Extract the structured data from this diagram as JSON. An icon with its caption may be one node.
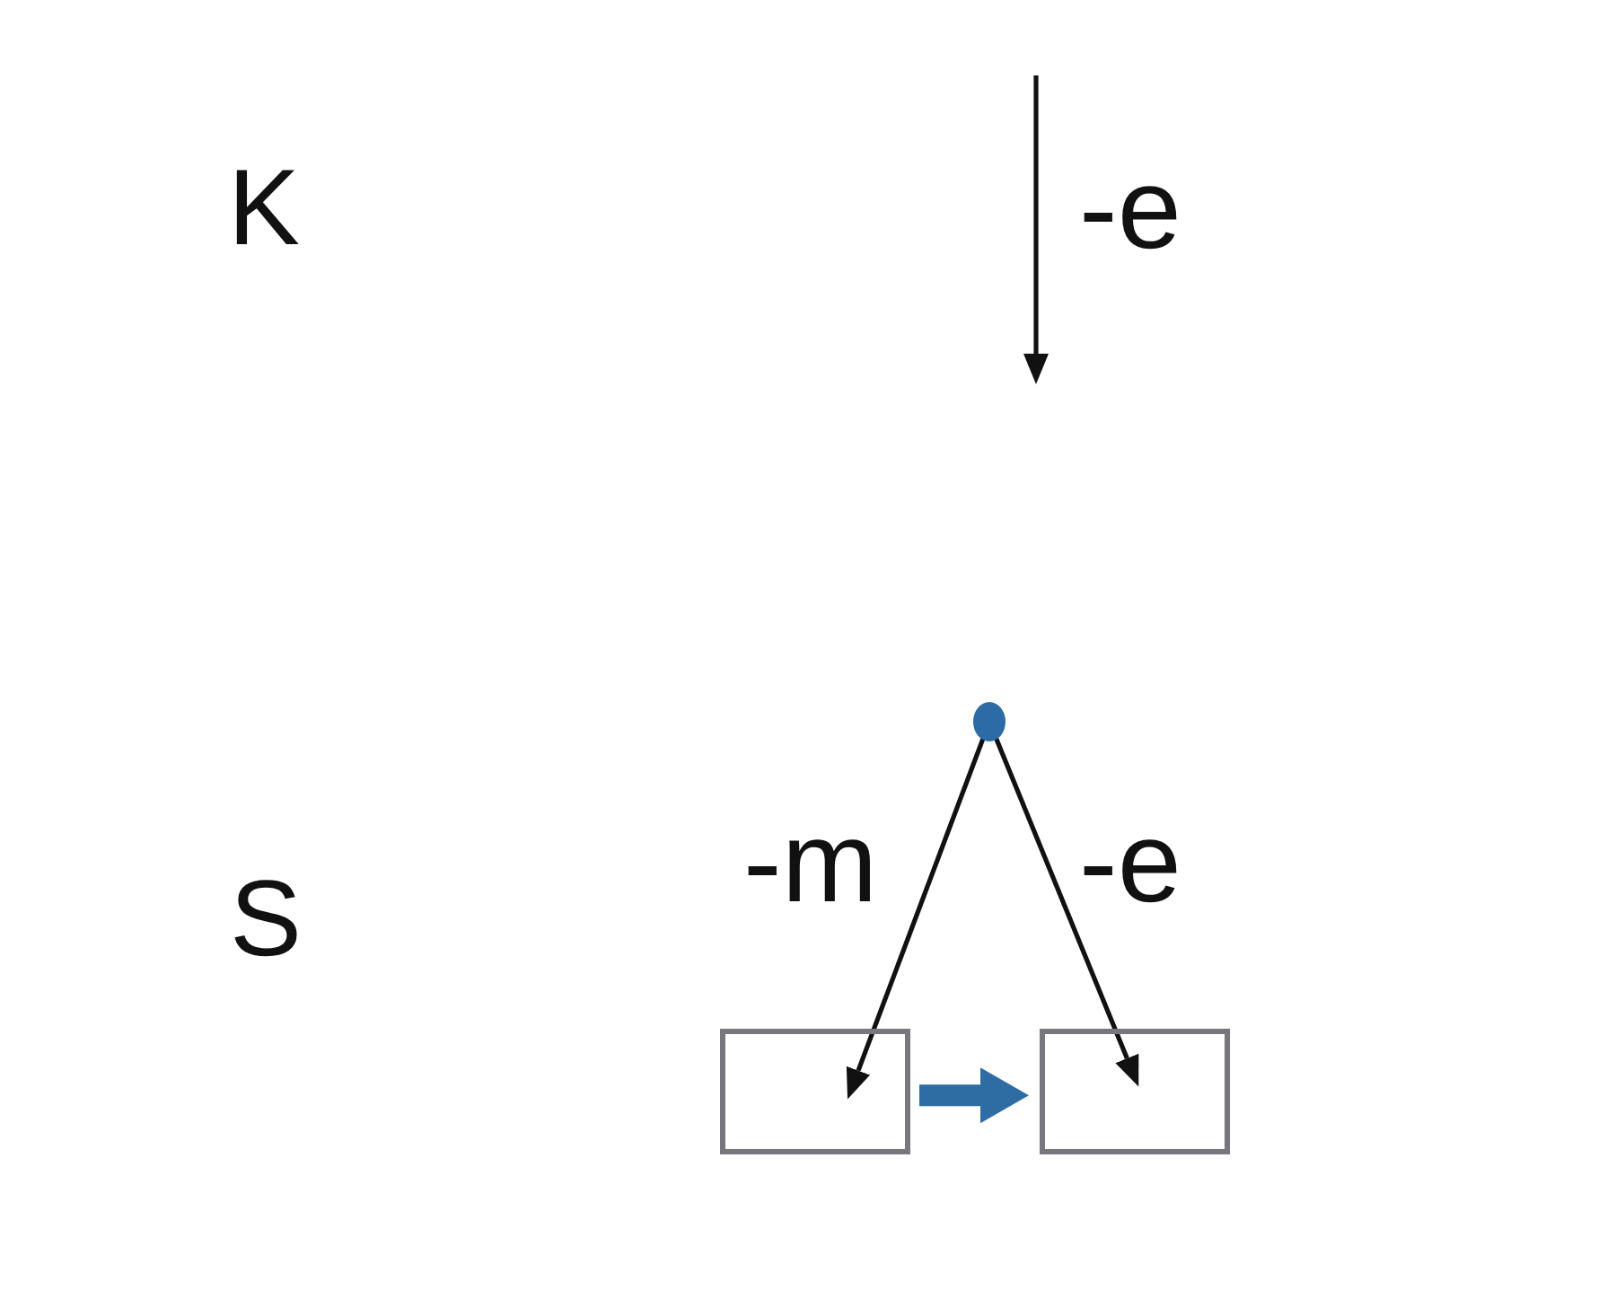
{
  "diagram": {
    "nodes": [
      {
        "text": [],
        "shape": "circle"
      },
      {
        "text": [],
        "shape": "box"
      },
      {
        "text": [],
        "shape": "box"
      }
    ],
    "edges": [
      {
        "from": 0,
        "to": 1,
        "arrow": "to",
        "label": "-m"
      },
      {
        "from": 0,
        "to": 2,
        "arrow": "to",
        "label": "-e"
      },
      {
        "from": 1,
        "to": 2,
        "arrow": "to",
        "style": "thick",
        "color": "#2e6da4"
      }
    ],
    "labels": [
      "K",
      "-e",
      "S"
    ]
  }
}
